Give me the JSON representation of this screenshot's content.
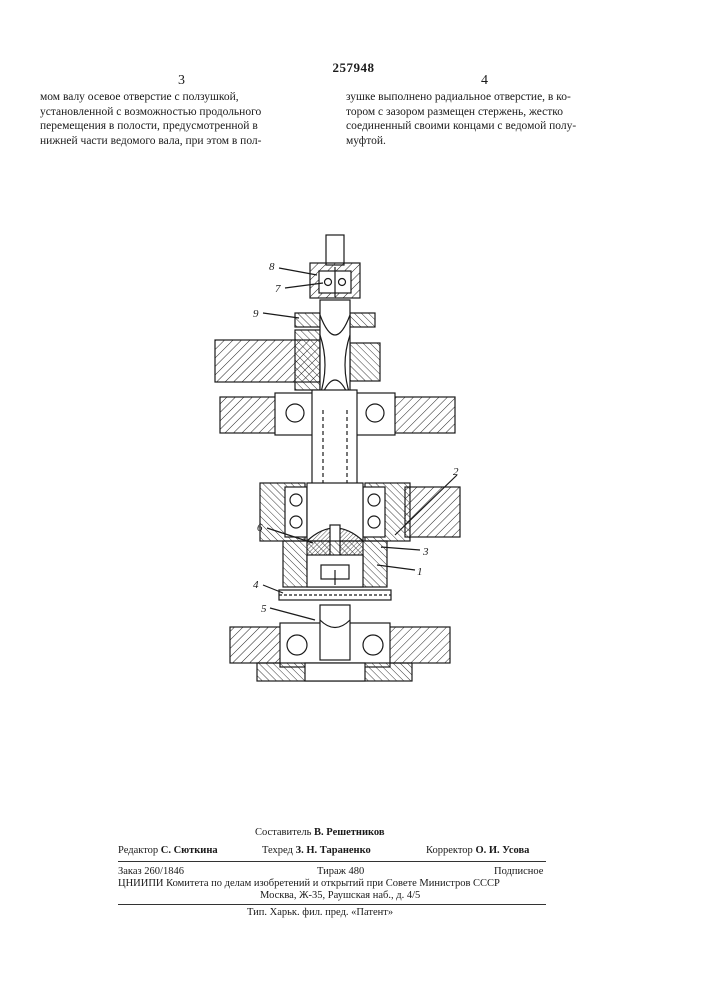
{
  "header": {
    "patent_number": "257948",
    "left_column_number": "3",
    "right_column_number": "4"
  },
  "text": {
    "left_column": [
      "мом валу осевое отверстие с ползушкой,",
      "установленной с возможностью продольного",
      "перемещения в полости, предусмотренной в",
      "нижней части ведомого вала, при этом в пол-"
    ],
    "right_column": [
      "зушке выполнено радиальное отверстие, в ко-",
      "тором с зазором размещен стержень, жестко",
      "соединенный своими концами с ведомой полу-",
      "муфтой."
    ]
  },
  "figure": {
    "callouts": [
      "8",
      "7",
      "9",
      "2",
      "6",
      "3",
      "1",
      "4",
      "5"
    ]
  },
  "imprint": {
    "compiler_label": "Составитель",
    "compiler_name": "В. Решетников",
    "editor_label": "Редактор",
    "editor_name": "С. Сюткина",
    "techred_label": "Техред",
    "techred_name": "З. Н. Тараненко",
    "corrector_label": "Корректор",
    "corrector_name": "О. И. Усова",
    "order": "Заказ 260/1846",
    "circulation": "Тираж 480",
    "subscription": "Подписное",
    "institute_line": "ЦНИИПИ Комитета по делам изобретений и открытий при Совете Министров СССР",
    "address_line": "Москва, Ж-35, Раушская наб., д. 4/5",
    "printer_line": "Тип. Харьк. фил. пред. «Патент»"
  },
  "colors": {
    "ink": "#1a1a1a",
    "paper": "#ffffff"
  }
}
